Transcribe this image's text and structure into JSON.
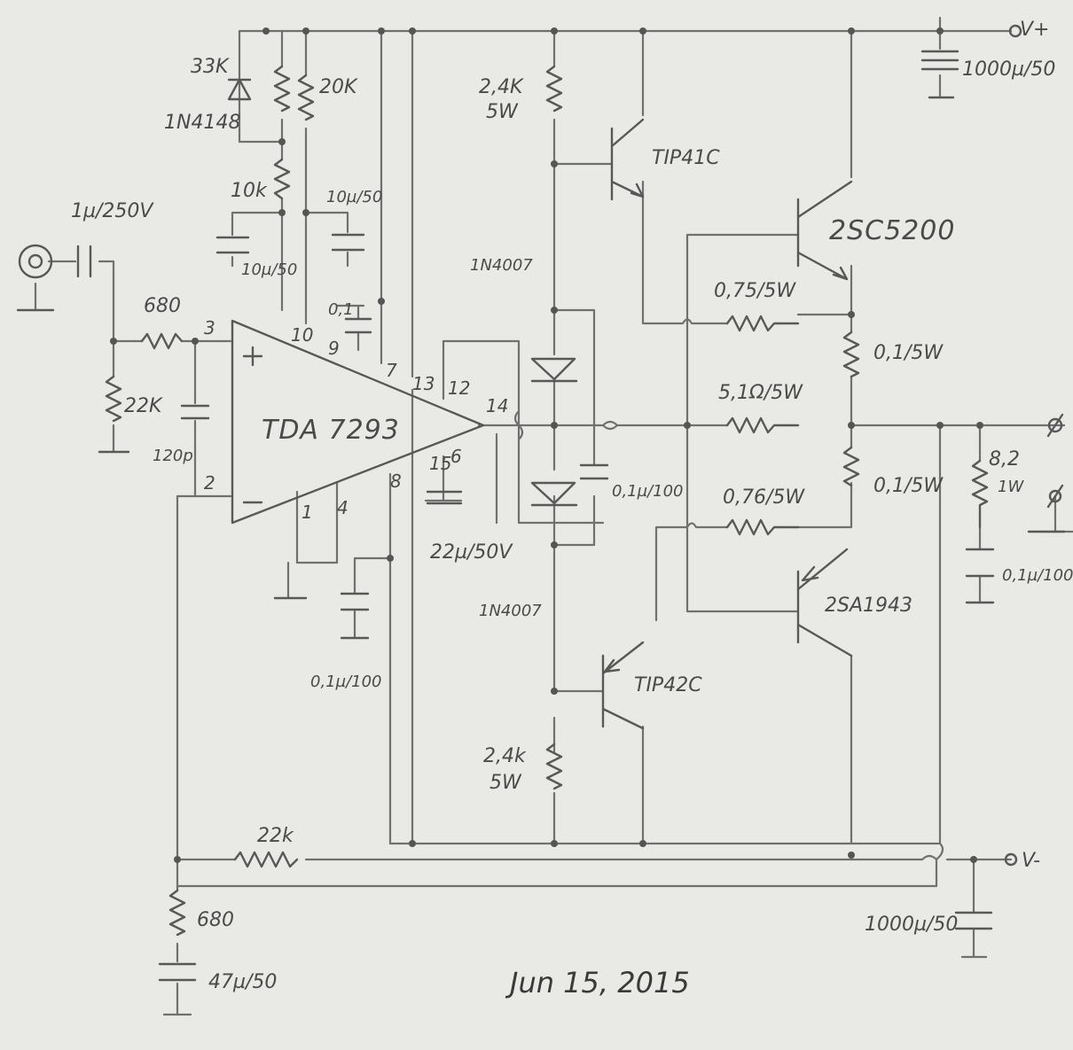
{
  "labels": {
    "vplus": "V+",
    "vminus": "V-",
    "c_vplus": "1000µ/50",
    "c_vminus": "1000µ/50",
    "r_33k": "33K",
    "d_1n4148": "1N4148",
    "r_20k": "20K",
    "r_10k": "10k",
    "c_10u_right": "10µ/50",
    "c_10u_left": "10µ/50",
    "c_01": "0,1",
    "c_input": "1µ/250V",
    "r_680_input": "680",
    "r_22k_input": "22K",
    "c_120p": "120p",
    "ic": "TDA 7293",
    "c_22u": "22µ/50V",
    "c_01u_100_left": "0,1µ/100",
    "r_24k_top": "2,4K",
    "r_5w_top": "5W",
    "r_24k_bottom": "2,4k",
    "r_5w_bottom": "5W",
    "d_1n4007_top": "1N4007",
    "d_1n4007_bottom": "1N4007",
    "c_01u_100_mid": "0,1µ/100",
    "q_tip41c": "TIP41C",
    "q_tip42c": "TIP42C",
    "q_2sc5200": "2SC5200",
    "q_2sa1943": "2SA1943",
    "r_075": "0,75/5W",
    "r_51": "5,1Ω/5W",
    "r_076": "0,76/5W",
    "r_01_top": "0,1/5W",
    "r_01_bottom": "0,1/5W",
    "r_82": "8,2",
    "r_1w": "1W",
    "c_zobel": "0,1µ/100",
    "r_22k_feedback": "22k",
    "r_680_bottom": "680",
    "c_47u": "47µ/50",
    "date": "Jun 15, 2015"
  },
  "pins": {
    "p1": "1",
    "p2": "2",
    "p3": "3",
    "p4": "4",
    "p6": "6",
    "p7": "7",
    "p8": "8",
    "p9": "9",
    "p10": "10",
    "p12": "12",
    "p13": "13",
    "p14": "14",
    "p15": "15"
  }
}
